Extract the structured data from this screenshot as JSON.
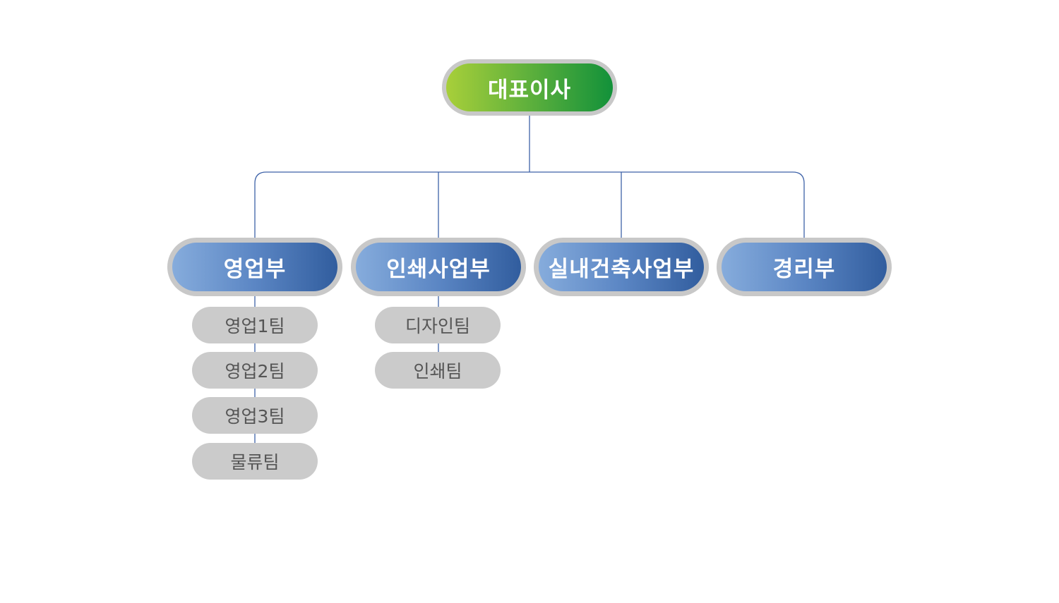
{
  "ceo": {
    "label": "대표이사"
  },
  "departments": [
    {
      "label": "영업부",
      "teams": [
        "영업1팀",
        "영업2팀",
        "영업3팀",
        "물류팀"
      ]
    },
    {
      "label": "인쇄사업부",
      "teams": [
        "디자인팀",
        "인쇄팀"
      ]
    },
    {
      "label": "실내건축사업부",
      "teams": []
    },
    {
      "label": "경리부",
      "teams": []
    }
  ],
  "colors": {
    "connector": "#3d62a8",
    "node_border": "#c8c8c8",
    "team_fill": "#cbcbcb",
    "team_text": "#555555",
    "dept_gradient": [
      "#86acdc",
      "#315d9e"
    ],
    "ceo_gradient": [
      "#a8cf3a",
      "#12913a"
    ]
  }
}
